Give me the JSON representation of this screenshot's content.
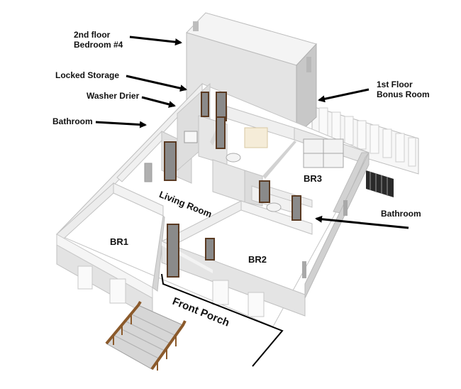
{
  "callouts": {
    "bedroom4_line1": "2nd floor",
    "bedroom4_line2": "Bedroom #4",
    "locked_storage": "Locked Storage",
    "washer_drier": "Washer Drier",
    "bathroom_left": "Bathroom",
    "bonus_line1": "1st Floor",
    "bonus_line2": "Bonus Room",
    "bathroom_right": "Bathroom"
  },
  "rooms": {
    "br1": "BR1",
    "br2": "BR2",
    "br3": "BR3",
    "living_room": "Living Room",
    "front_porch": "Front Porch"
  },
  "colors": {
    "wall_top": "#f2f2f2",
    "wall_side": "#c9c9c9",
    "wall_front": "#e0e0e0",
    "floor": "#ffffff",
    "door_frame": "#5a3a22",
    "door_glass": "#8a8a8a",
    "railing": "#8b5a2b",
    "stair": "#d4d4d4",
    "arrow": "#000000"
  }
}
